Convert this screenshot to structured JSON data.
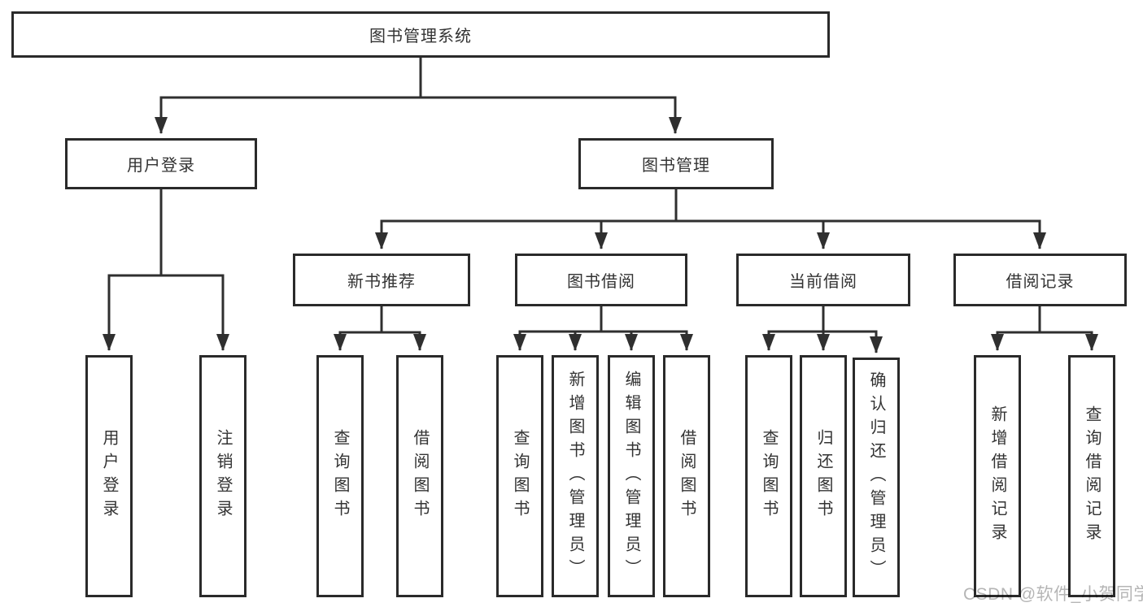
{
  "diagram": {
    "root": {
      "label": "图书管理系统"
    },
    "branches": {
      "user_login": {
        "label": "用户登录"
      },
      "book_mgmt": {
        "label": "图书管理"
      }
    },
    "modules": {
      "new_books": {
        "label": "新书推荐"
      },
      "book_borrow": {
        "label": "图书借阅"
      },
      "current_borrow": {
        "label": "当前借阅"
      },
      "borrow_records": {
        "label": "借阅记录"
      }
    },
    "leaves": {
      "login": "用户登录",
      "logout": "注销登录",
      "nb_query": "查询图书",
      "nb_borrow": "借阅图书",
      "bb_query": "查询图书",
      "bb_add": "新增图书（管理员）",
      "bb_edit": "编辑图书（管理员）",
      "bb_borrow": "借阅图书",
      "cb_query": "查询图书",
      "cb_return": "归还图书",
      "cb_confirm": "确认归还（管理员）",
      "br_add": "新增借阅记录",
      "br_query": "查询借阅记录"
    }
  },
  "watermark": {
    "text": "CSDN @软件_小贺同学"
  },
  "colors": {
    "line": "#2f2f2f",
    "border": "#2a2a2a",
    "text": "#333333",
    "background": "#ffffff",
    "watermark": "#b5b5b5"
  }
}
